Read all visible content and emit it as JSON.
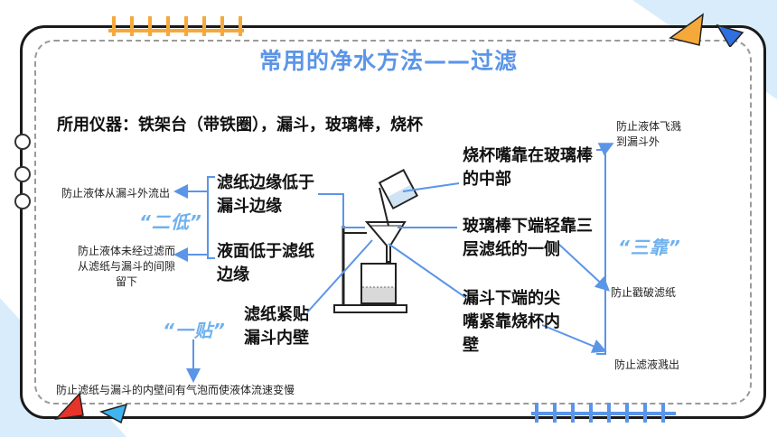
{
  "slide": {
    "title": "常用的净水方法——过滤",
    "instruments": "所用仪器：铁架台（带铁圈），漏斗，玻璃棒，烧杯",
    "two_low": {
      "label": "“二低”",
      "point1": "滤纸边缘低于漏斗边缘",
      "point2": "液面低于滤纸边缘",
      "reason1": "防止液体从漏斗外流出",
      "reason2": "防止液体未经过滤而从滤纸与漏斗的间隙留下"
    },
    "one_stick": {
      "label": "“一贴”",
      "point": "滤纸紧贴漏斗内壁",
      "reason": "防止滤纸与漏斗的内壁间有气泡而使液体流速变慢"
    },
    "three_lean": {
      "label": "“三靠”",
      "point1": "烧杯嘴靠在玻璃棒的中部",
      "point2": "玻璃棒下端轻靠三层滤纸的一侧",
      "point3": "漏斗下端的尖嘴紧靠烧杯内壁",
      "reason1": "防止液体飞溅到漏斗外",
      "reason2": "防止戳破滤纸",
      "reason3": "防止滤液溅出"
    }
  },
  "colors": {
    "title": "#5b95e8",
    "quote": "#6fb1ef",
    "arrow": "#5b95e8",
    "accent_orange": "#f6a93b",
    "accent_blue": "#2f6fe0",
    "accent_red": "#e8332a",
    "accent_cyan": "#3fb4f0",
    "corner_bg": "#d8ecfb"
  },
  "icons": {
    "apparatus": "filtration-apparatus-illustration",
    "deco_triangles": "triangle-decorations",
    "deco_ruler": "ruler-tick-decoration"
  }
}
